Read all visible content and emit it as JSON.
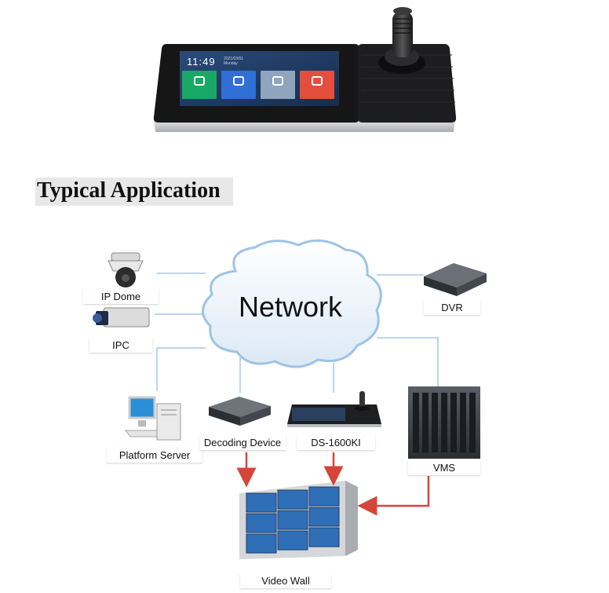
{
  "product": {
    "screen_time": "11:49",
    "screen_date": "2021/03/01",
    "screen_day": "Monday",
    "tiles": [
      {
        "color": "#1aa866",
        "icon": "gear-icon"
      },
      {
        "color": "#2f6fd6",
        "icon": "monitor-icon"
      },
      {
        "color": "#8ea4bf",
        "icon": "screens-icon"
      },
      {
        "color": "#e54d3d",
        "icon": "user-icon"
      }
    ]
  },
  "heading": "Typical Application",
  "diagram": {
    "cloud_label": "Network",
    "devices": {
      "ip_dome": "IP Dome",
      "ipc": "IPC",
      "dvr": "DVR",
      "platform_server": "Platform Server",
      "decoding_device": "Decoding Device",
      "keyboard": "DS-1600KI",
      "vms": "VMS",
      "video_wall": "Video Wall"
    },
    "colors": {
      "link_line": "#a9c6e8",
      "arrow": "#d6453a",
      "cloud_fill": "#eef5fb",
      "cloud_stroke": "#9ec3e6"
    }
  }
}
